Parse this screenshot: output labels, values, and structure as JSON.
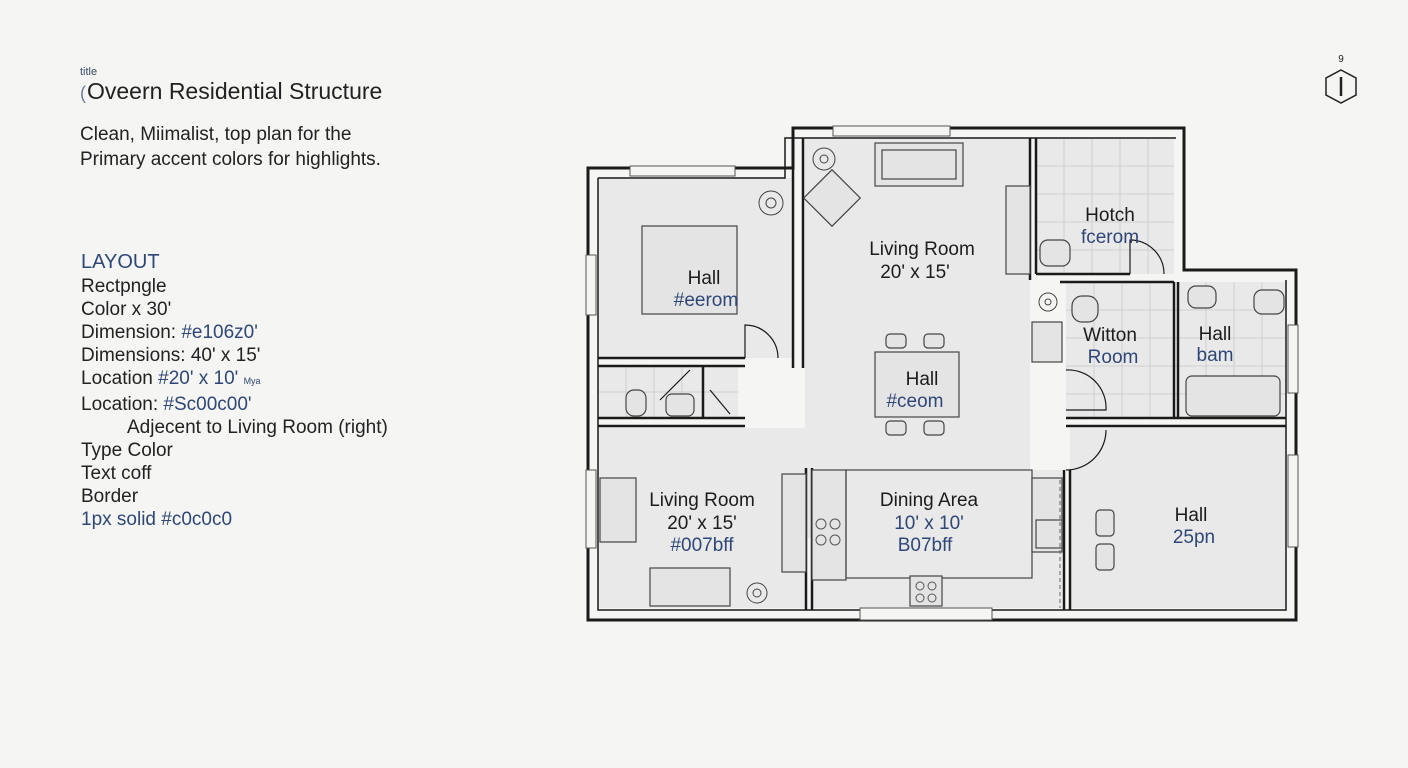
{
  "header": {
    "small_label": "title",
    "title_mark": "(",
    "title": "Oveern Residential Structure",
    "description_lines": [
      "Clean,  Miimalist, top plan for the",
      "Primary accent colors for highlights."
    ]
  },
  "layout": {
    "heading": "LAYOUT",
    "line1": "Rectpngle",
    "line2": "Color x 30'",
    "line3_label": "Dimension: ",
    "line3_value": "#e106z0'",
    "line4": "Dimensions:  40' x 15'",
    "line5_label": "Location ",
    "line5_value": "#20' x 10'",
    "line5_tiny": "Mya",
    "line6_label": "Location: ",
    "line6_value": "#Sc00c00'",
    "line7": "Adjecent to Living Room (right)",
    "line8": "Type Color",
    "line9": "Text coff",
    "line10": "Border",
    "line11": "1px solid #c0c0c0"
  },
  "compass": {
    "letter": "9"
  },
  "rooms": {
    "hall_nw": {
      "name": "Hall",
      "value": "#eerom"
    },
    "living_top": {
      "name": "Living Room",
      "dims": "20' x 15'"
    },
    "hotch": {
      "name": "Hotch",
      "value": "fcerom"
    },
    "witton": {
      "name": "Witton",
      "value": "Room"
    },
    "hall_bath": {
      "name": "Hall",
      "value": "bam"
    },
    "hall_center": {
      "name": "Hall",
      "value": "#ceom"
    },
    "living_sw": {
      "name": "Living Room",
      "dims": "20' x 15'",
      "value": "#007bff"
    },
    "dining": {
      "name": "Dining Area",
      "dims": "10' x 10'",
      "value": "B07bff"
    },
    "hall_se": {
      "name": "Hall",
      "value": "25pn"
    }
  }
}
